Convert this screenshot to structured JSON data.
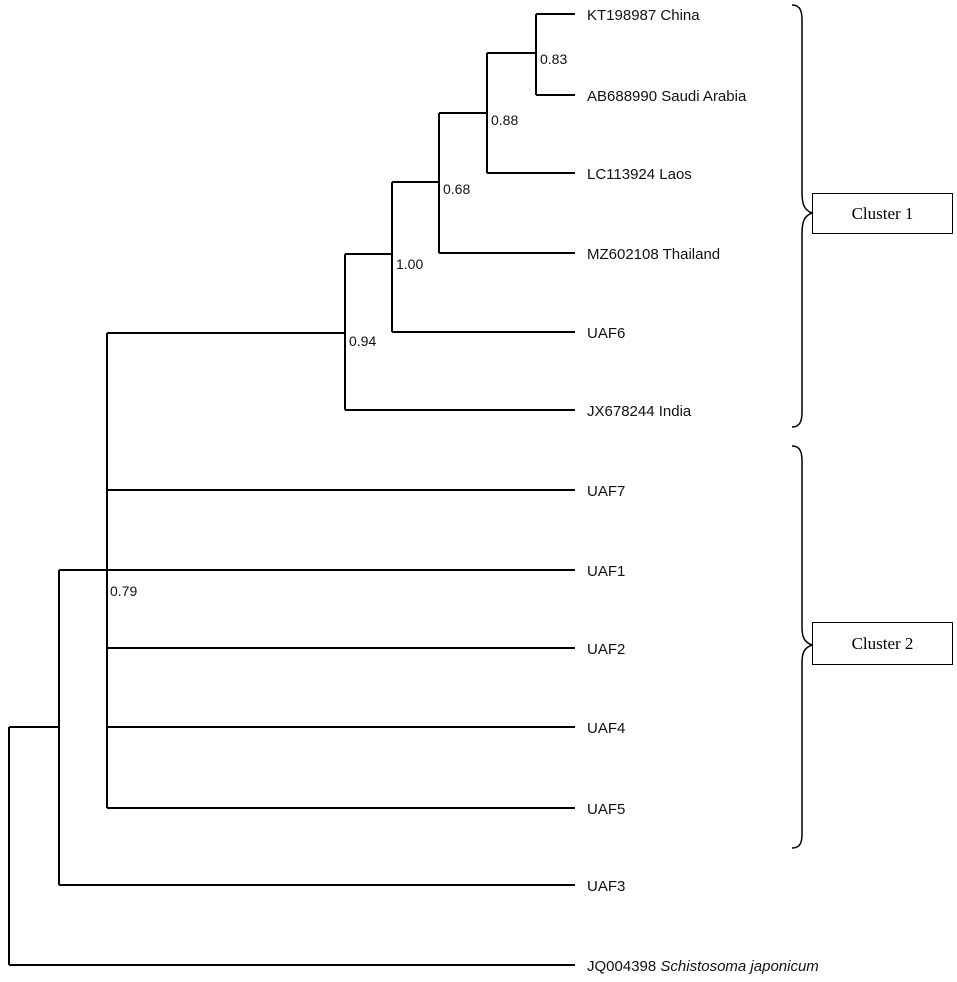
{
  "leaves": [
    {
      "id": "kt",
      "label": "KT198987 China"
    },
    {
      "id": "ab",
      "label": "AB688990 Saudi Arabia"
    },
    {
      "id": "lc",
      "label": "LC113924 Laos"
    },
    {
      "id": "mz",
      "label": "MZ602108 Thailand"
    },
    {
      "id": "uaf6",
      "label": "UAF6"
    },
    {
      "id": "jx",
      "label": "JX678244 India"
    },
    {
      "id": "uaf7",
      "label": "UAF7"
    },
    {
      "id": "uaf1",
      "label": "UAF1"
    },
    {
      "id": "uaf2",
      "label": "UAF2"
    },
    {
      "id": "uaf4",
      "label": "UAF4"
    },
    {
      "id": "uaf5",
      "label": "UAF5"
    },
    {
      "id": "uaf3",
      "label": "UAF3"
    },
    {
      "id": "jq",
      "label": "JQ004398",
      "italic_label": "Schistosoma japonicum"
    }
  ],
  "support_values": [
    "0.83",
    "0.88",
    "0.68",
    "1.00",
    "0.94",
    "0.79"
  ],
  "clusters": [
    {
      "label": "Cluster 1"
    },
    {
      "label": "Cluster 2"
    }
  ]
}
